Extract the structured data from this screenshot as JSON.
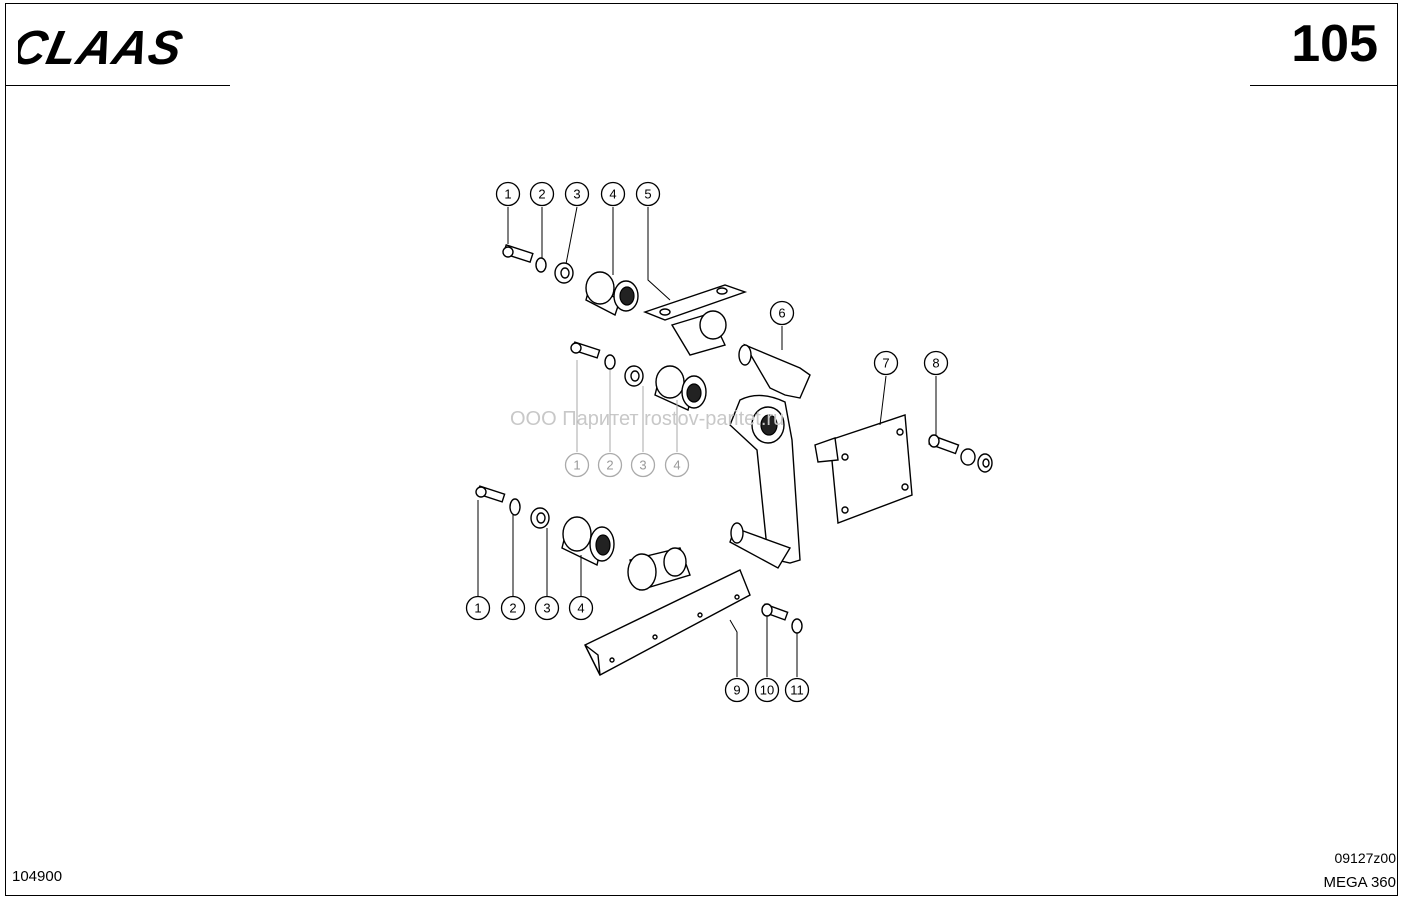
{
  "header": {
    "brand": "CLAAS",
    "page_number": "105"
  },
  "footer": {
    "document_number": "104900",
    "drawing_code": "09127z00",
    "model": "MEGA 360"
  },
  "watermark": "ООО Паритет    rostov-paritet.ru",
  "callouts": {
    "top": [
      "1",
      "2",
      "3",
      "4",
      "5"
    ],
    "middle": [
      "1",
      "2",
      "3",
      "4"
    ],
    "bottom": [
      "1",
      "2",
      "3",
      "4"
    ],
    "lever": "6",
    "plate": "7",
    "plate_bolt": "8",
    "bracket": "9",
    "bracket_bolt": "10",
    "bracket_washer": "11"
  }
}
